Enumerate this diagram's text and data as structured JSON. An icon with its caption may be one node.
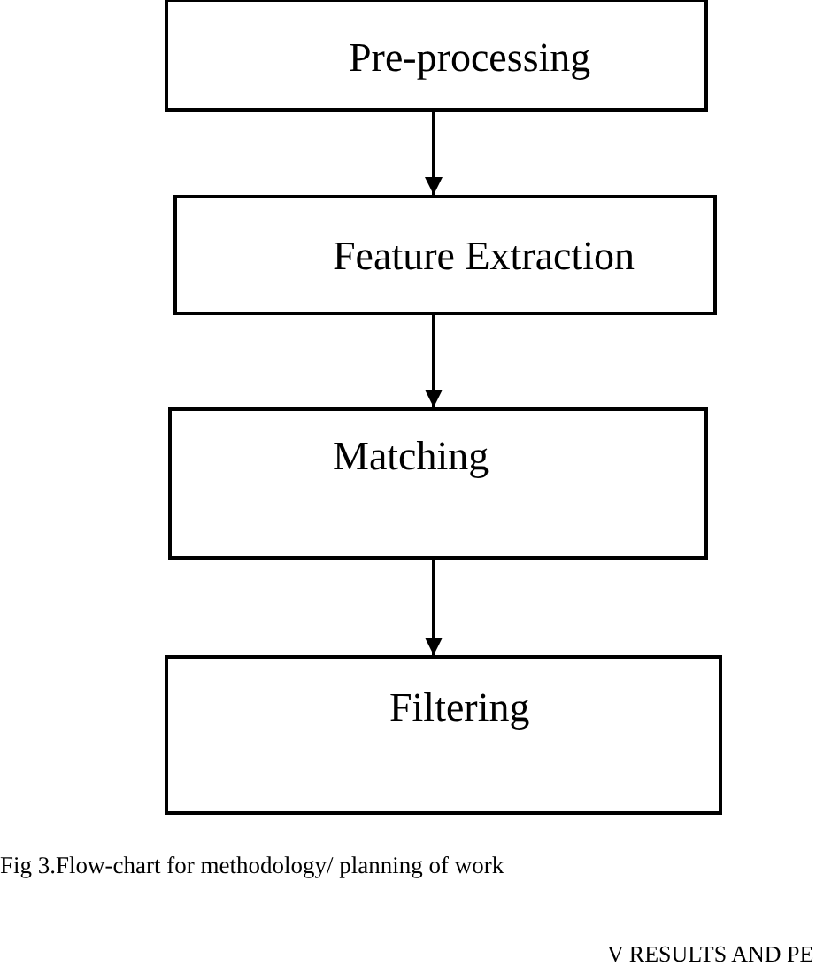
{
  "diagram": {
    "caption": "Fig 3.Flow-chart for methodology/ planning of work",
    "nodes": [
      {
        "text": [
          "Pre-processing"
        ]
      },
      {
        "text": [
          "Feature Extraction"
        ]
      },
      {
        "text": [
          "Matching"
        ]
      },
      {
        "text": [
          "Filtering"
        ]
      }
    ],
    "edges": [
      {
        "from": 0,
        "to": 1,
        "arrow": "to"
      },
      {
        "from": 1,
        "to": 2,
        "arrow": "to"
      },
      {
        "from": 2,
        "to": 3,
        "arrow": "to"
      }
    ],
    "labels": [
      "V RESULTS AND PE"
    ]
  }
}
